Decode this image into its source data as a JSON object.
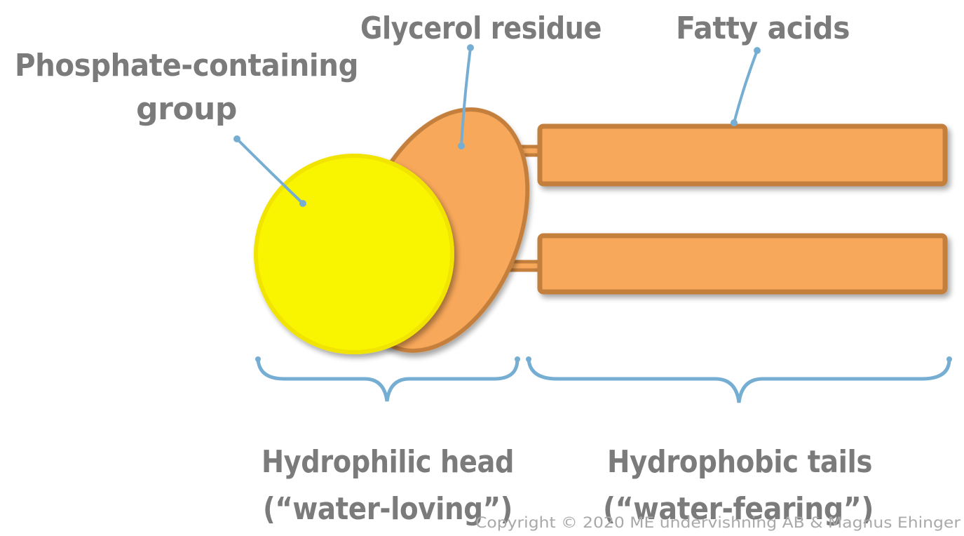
{
  "labels": {
    "phosphate_line1": "Phosphate-containing",
    "phosphate_line2": "group",
    "glycerol": "Glycerol residue",
    "fatty_acids": "Fatty acids",
    "head_line1": "Hydrophilic head",
    "head_line2": "(“water-loving”)",
    "tails_line1": "Hydrophobic tails",
    "tails_line2": "(“water-fearing”)"
  },
  "copyright": "Copyright © 2020 ME undervishning AB & Magnus Ehinger",
  "colors": {
    "phosphate": "#f9f500",
    "glycerol": "#f8a85a",
    "outline": "#c47f3c",
    "leader": "#76aed3",
    "text": "#7b7b7b"
  }
}
